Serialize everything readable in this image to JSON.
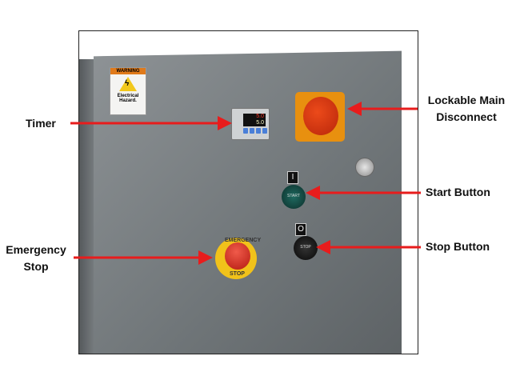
{
  "labels": {
    "timer": "Timer",
    "main_disconnect_line1": "Lockable Main",
    "main_disconnect_line2": "Disconnect",
    "start": "Start Button",
    "stop": "Stop Button",
    "emergency_line1": "Emergency",
    "emergency_line2": "Stop"
  },
  "panel": {
    "warning_header": "WARNING",
    "warning_text": "Electrical Hazard.",
    "timer_display_top": "5.0",
    "timer_display_bottom": "5.0",
    "start_legend": "I",
    "start_text": "START",
    "stop_legend": "O",
    "stop_text": "STOP",
    "estop_text_top": "EMERGENCY",
    "estop_text_bottom": "STOP"
  },
  "colors": {
    "arrow": "#e81c1c",
    "disconnect": "#e8900f"
  }
}
